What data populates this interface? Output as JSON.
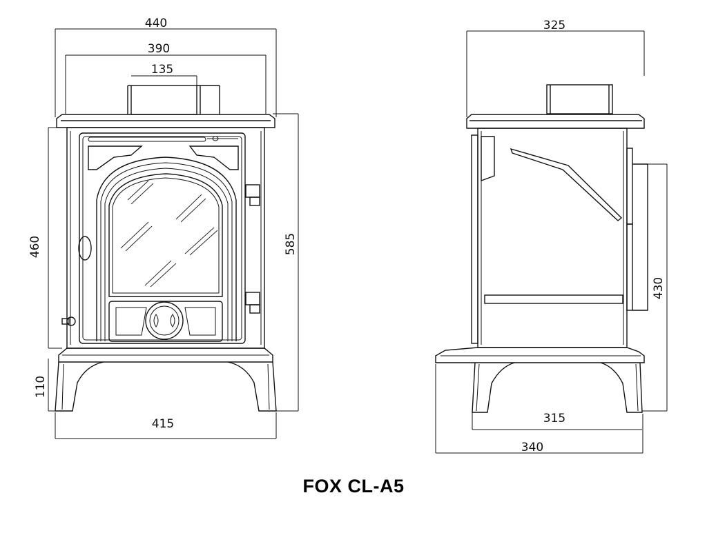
{
  "title": "FOX CL-A5",
  "front_view": {
    "width_top": "440",
    "width_top_inner": "390",
    "flue_width": "135",
    "body_height": "460",
    "total_height": "585",
    "leg_height": "110",
    "base_width": "415"
  },
  "side_view": {
    "depth_top": "325",
    "rear_outlet_height": "430",
    "leg_depth": "315",
    "base_depth": "340"
  }
}
